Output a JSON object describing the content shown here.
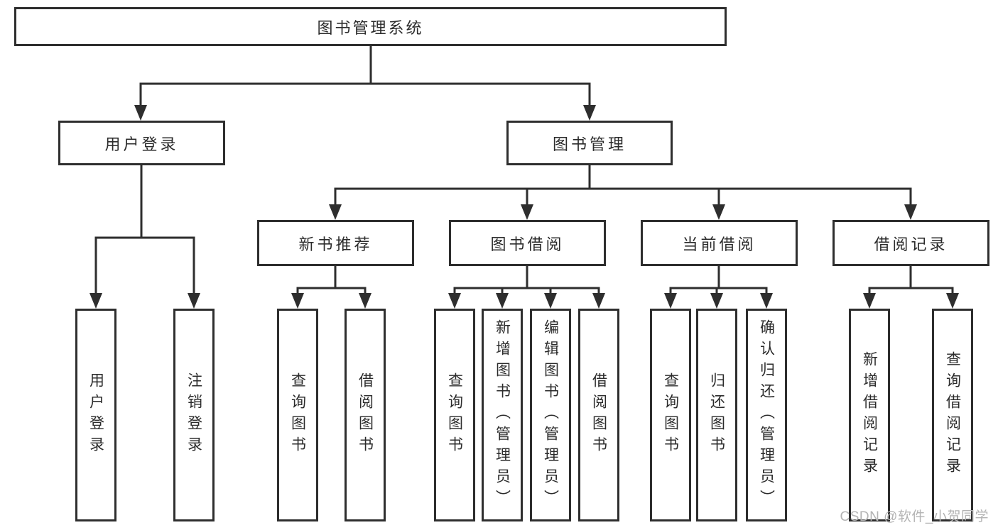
{
  "diagram": {
    "root": {
      "label": "图书管理系统"
    },
    "branches": [
      {
        "label": "用户登录",
        "children": [
          {
            "label": "用户登录"
          },
          {
            "label": "注销登录"
          }
        ]
      },
      {
        "label": "图书管理",
        "children": [
          {
            "label": "新书推荐",
            "children": [
              {
                "label": "查询图书"
              },
              {
                "label": "借阅图书"
              }
            ]
          },
          {
            "label": "图书借阅",
            "children": [
              {
                "label": "查询图书"
              },
              {
                "label": "新增图书（管理员）"
              },
              {
                "label": "编辑图书（管理员）"
              },
              {
                "label": "借阅图书"
              }
            ]
          },
          {
            "label": "当前借阅",
            "children": [
              {
                "label": "查询图书"
              },
              {
                "label": "归还图书"
              },
              {
                "label": "确认归还（管理员）"
              }
            ]
          },
          {
            "label": "借阅记录",
            "children": [
              {
                "label": "新增借阅记录"
              },
              {
                "label": "查询借阅记录"
              }
            ]
          }
        ]
      }
    ]
  },
  "watermark": {
    "text": "CSDN @软件_小贺同学"
  },
  "colors": {
    "line": "#2e2e2e",
    "box_border": "#2e2e2e",
    "box_bg": "#ffffff",
    "text": "#2b2b2b",
    "watermark": "#b3b3b3",
    "background": "#ffffff"
  }
}
